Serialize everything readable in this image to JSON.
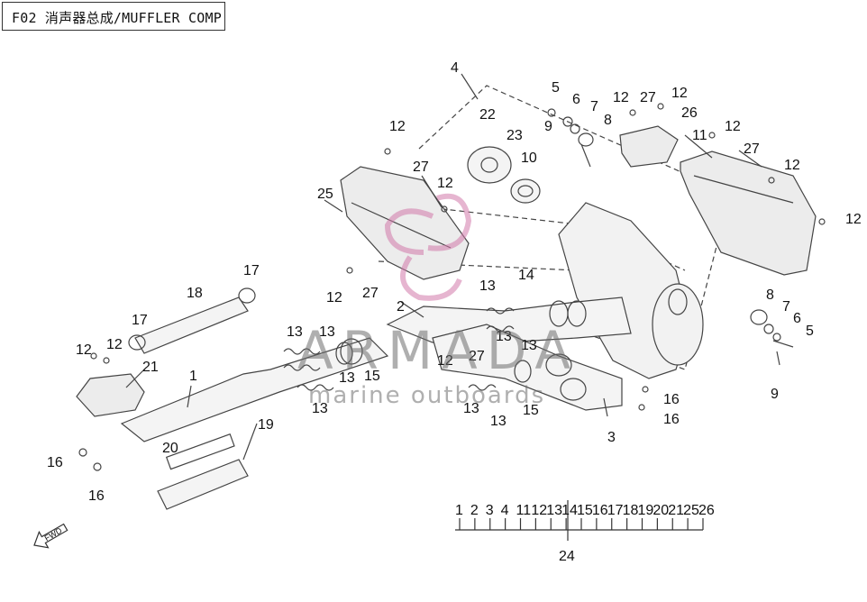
{
  "title": "F02 消声器总成/MUFFLER COMP",
  "watermark": {
    "brand": "ARMADA",
    "tagline": "marine outboards"
  },
  "callouts": [
    {
      "label": "4"
    },
    {
      "label": "5"
    },
    {
      "label": "6"
    },
    {
      "label": "7"
    },
    {
      "label": "8"
    },
    {
      "label": "9"
    },
    {
      "label": "12"
    },
    {
      "label": "27"
    },
    {
      "label": "12"
    },
    {
      "label": "26"
    },
    {
      "label": "22"
    },
    {
      "label": "23"
    },
    {
      "label": "10"
    },
    {
      "label": "12"
    },
    {
      "label": "27"
    },
    {
      "label": "12"
    },
    {
      "label": "11"
    },
    {
      "label": "12"
    },
    {
      "label": "27"
    },
    {
      "label": "12"
    },
    {
      "label": "12"
    },
    {
      "label": "25"
    },
    {
      "label": "12"
    },
    {
      "label": "27"
    },
    {
      "label": "17"
    },
    {
      "label": "18"
    },
    {
      "label": "17"
    },
    {
      "label": "12"
    },
    {
      "label": "12"
    },
    {
      "label": "21"
    },
    {
      "label": "1"
    },
    {
      "label": "12"
    },
    {
      "label": "27"
    },
    {
      "label": "2"
    },
    {
      "label": "13"
    },
    {
      "label": "14"
    },
    {
      "label": "13"
    },
    {
      "label": "13"
    },
    {
      "label": "13"
    },
    {
      "label": "13"
    },
    {
      "label": "15"
    },
    {
      "label": "13"
    },
    {
      "label": "13"
    },
    {
      "label": "13"
    },
    {
      "label": "13"
    },
    {
      "label": "15"
    },
    {
      "label": "3"
    },
    {
      "label": "16"
    },
    {
      "label": "16"
    },
    {
      "label": "8"
    },
    {
      "label": "7"
    },
    {
      "label": "6"
    },
    {
      "label": "5"
    },
    {
      "label": "9"
    },
    {
      "label": "19"
    },
    {
      "label": "20"
    },
    {
      "label": "16"
    },
    {
      "label": "16"
    }
  ],
  "kit": {
    "members": [
      "1",
      "2",
      "3",
      "4",
      "11",
      "12",
      "13",
      "14",
      "15",
      "16",
      "17",
      "18",
      "19",
      "20",
      "21",
      "25",
      "26"
    ],
    "kit_label": "24"
  },
  "fwd_label": "FWD"
}
